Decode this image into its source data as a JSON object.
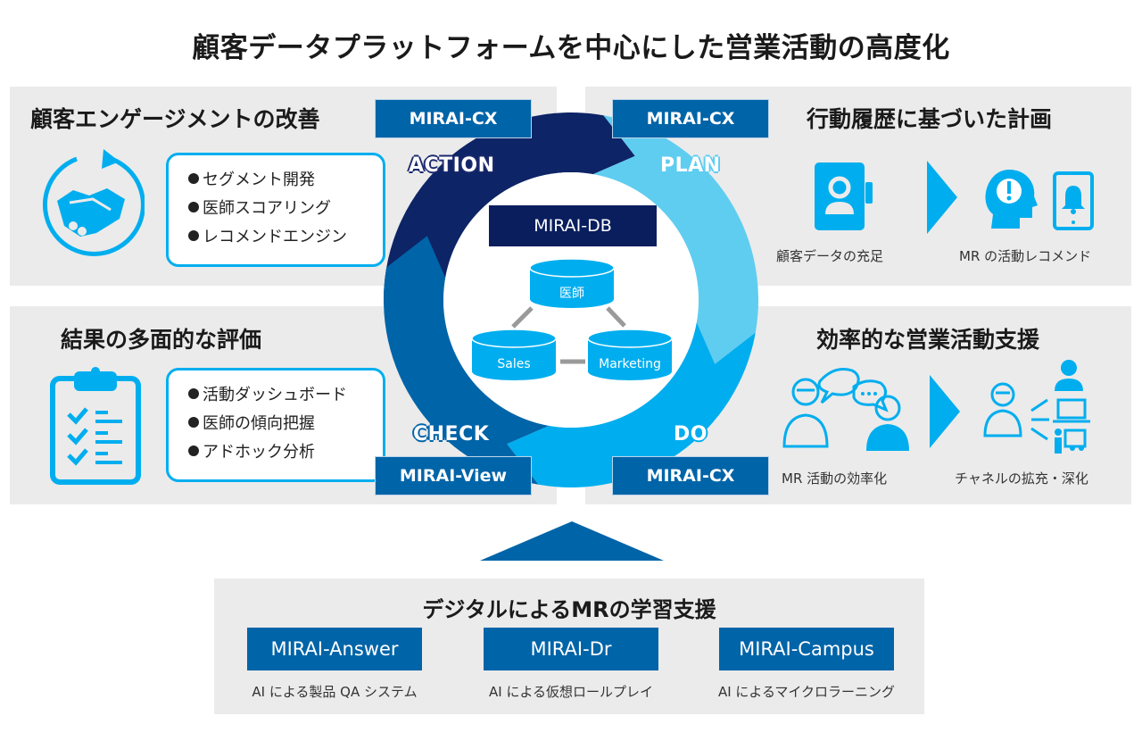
{
  "title": "顧客データプラットフォームを中心にした営業活動の高度化",
  "colors": {
    "panel_bg": "#ebebeb",
    "accent_cyan": "#00aeef",
    "tag_blue": "#0064a8",
    "navy": "#0a1e5e",
    "action_segment": "#0d2466",
    "plan_segment": "#5fcdf0",
    "do_segment": "#00aeef",
    "check_segment": "#0064a8"
  },
  "panels": {
    "top_left": {
      "heading": "顧客エンゲージメントの改善",
      "icon": "handshake-cycle-icon",
      "bullets": [
        "セグメント開発",
        "医師スコアリング",
        "レコメンドエンジン"
      ]
    },
    "top_right": {
      "heading": "行動履歴に基づいた計画",
      "items": [
        {
          "icon": "contact-book-icon",
          "caption": "顧客データの充足"
        },
        {
          "icon": "head-alert-tablet-bell-icon",
          "caption": "MR の活動レコメンド"
        }
      ]
    },
    "bottom_left": {
      "heading": "結果の多面的な評価",
      "icon": "clipboard-checklist-icon",
      "bullets": [
        "活動ダッシュボード",
        "医師の傾向把握",
        "アドホック分析"
      ]
    },
    "bottom_right": {
      "heading": "効率的な営業活動支援",
      "items": [
        {
          "icon": "doctor-conversation-icon",
          "caption": "MR 活動の効率化"
        },
        {
          "icon": "doctor-multichannel-icon",
          "caption": "チャネルの拡充・深化"
        }
      ]
    }
  },
  "cycle": {
    "phases": {
      "action": {
        "label": "ACTION",
        "tool": "MIRAI-CX"
      },
      "plan": {
        "label": "PLAN",
        "tool": "MIRAI-CX"
      },
      "do": {
        "label": "DO",
        "tool": "MIRAI-CX"
      },
      "check": {
        "label": "CHECK",
        "tool": "MIRAI-View"
      }
    },
    "center": {
      "label": "MIRAI-DB",
      "databases": [
        "医師",
        "Sales",
        "Marketing"
      ]
    }
  },
  "bottom": {
    "title": "デジタルによるMRの学習支援",
    "tools": [
      {
        "name": "MIRAI-Answer",
        "caption": "AI による製品 QA システム"
      },
      {
        "name": "MIRAI-Dr",
        "caption": "AI による仮想ロールプレイ"
      },
      {
        "name": "MIRAI-Campus",
        "caption": "AI によるマイクロラーニング"
      }
    ]
  }
}
